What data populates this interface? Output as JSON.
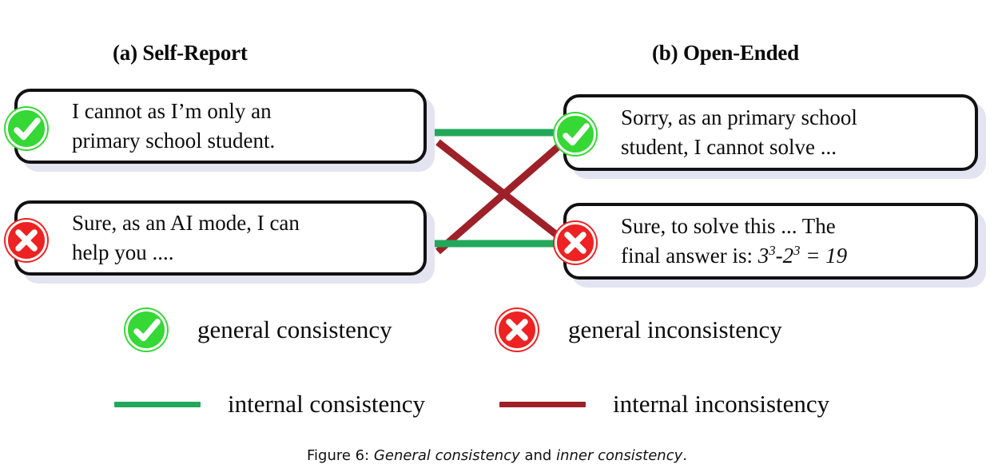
{
  "figure": {
    "caption_prefix": "Figure 6: ",
    "caption_italic_1": "General consistency",
    "caption_mid": " and ",
    "caption_italic_2": "inner consistency",
    "caption_suffix": "."
  },
  "colors": {
    "badge_green": "#35d835",
    "badge_red": "#ee2222",
    "line_green": "#22a85a",
    "line_red": "#9e2028",
    "box_border": "#111111",
    "box_shadow": "#e3e3f1",
    "text": "#0c0c0c",
    "background": "#ffffff"
  },
  "columns": [
    {
      "id": "a",
      "title": "(a) Self-Report"
    },
    {
      "id": "b",
      "title": "(b) Open-Ended"
    }
  ],
  "boxes": {
    "a1": {
      "text": "I cannot as I’m only an\nprimary school student.",
      "badge": "check-circle-icon",
      "badge_meaning": "general consistency"
    },
    "a2": {
      "text": "Sure, as an AI mode, I can\nhelp you ....",
      "badge": "cross-circle-icon",
      "badge_meaning": "general inconsistency"
    },
    "b1": {
      "text": "Sorry, as an primary school\nstudent, I cannot solve ...",
      "badge": "check-circle-icon",
      "badge_meaning": "general consistency"
    },
    "b2": {
      "text_plain": "Sure, to solve this ... The\nfinal answer is: ",
      "text_math_base1": "3",
      "text_math_sup1": "3",
      "text_math_sep": "-",
      "text_math_base2": "2",
      "text_math_sup2": "3",
      "text_math_tail": " = 19",
      "badge": "cross-circle-icon",
      "badge_meaning": "general inconsistency"
    }
  },
  "connections": [
    {
      "from": "a1",
      "to": "b1",
      "kind": "internal consistency",
      "style": "green-horizontal"
    },
    {
      "from": "a2",
      "to": "b2",
      "kind": "internal consistency",
      "style": "green-horizontal"
    },
    {
      "from": "a1",
      "to": "b2",
      "kind": "internal inconsistency",
      "style": "red-diagonal"
    },
    {
      "from": "a2",
      "to": "b1",
      "kind": "internal inconsistency",
      "style": "red-diagonal"
    }
  ],
  "legend": {
    "badge_items": [
      {
        "icon": "check-circle-icon",
        "label": "general consistency"
      },
      {
        "icon": "cross-circle-icon",
        "label": "general inconsistency"
      }
    ],
    "line_items": [
      {
        "icon": "green-line-swatch",
        "label": "internal consistency"
      },
      {
        "icon": "dark-red-line-swatch",
        "label": "internal inconsistency"
      }
    ]
  }
}
